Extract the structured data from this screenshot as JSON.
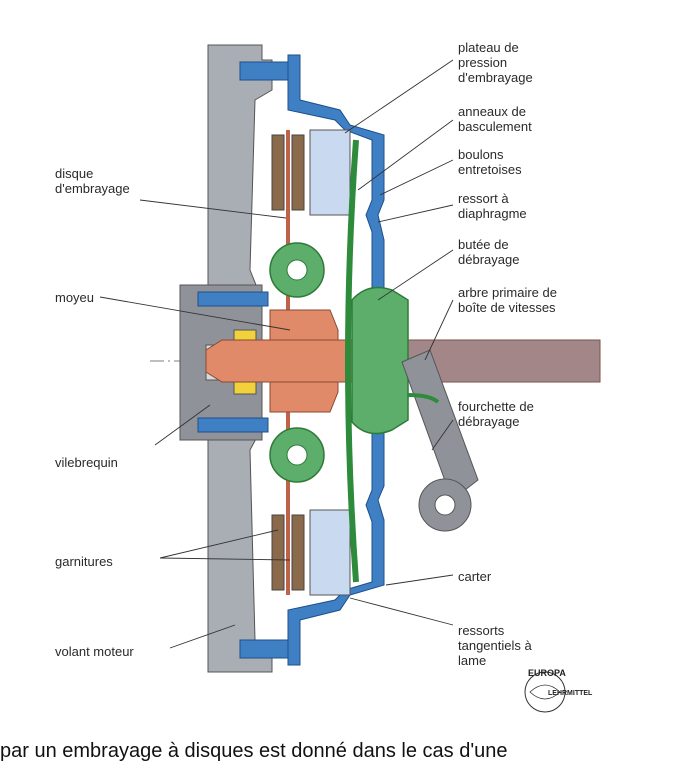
{
  "labels": {
    "left": {
      "disque": "disque\nd'embrayage",
      "moyeu": "moyeu",
      "vilebrequin": "vilebrequin",
      "garnitures": "garnitures",
      "volant": "volant moteur"
    },
    "right": {
      "plateau": "plateau de\npression\nd'embrayage",
      "anneaux": "anneaux de\nbasculement",
      "boulons": "boulons\nentretoises",
      "ressort": "ressort à\ndiaphragme",
      "butee": "butée de\ndébrayage",
      "arbre": "arbre primaire de\nboîte de vitesses",
      "fourchette": "fourchette de\ndébrayage",
      "carter": "carter",
      "ressorts_tang": "ressorts\ntangentiels à\nlame"
    }
  },
  "logo": {
    "top": "EUROPA",
    "bottom": "LEHRMITTEL"
  },
  "caption": "par un embrayage à disques est donné dans le cas d'une",
  "colors": {
    "flywheel": "#a9adb4",
    "cover": "#3f7fc4",
    "diaphragm": "#2e8b3c",
    "bearing": "#5cae6a",
    "shaft": "#e08a6a",
    "lining": "#8a6a4a",
    "pressure_plate": "#c9daf0"
  }
}
